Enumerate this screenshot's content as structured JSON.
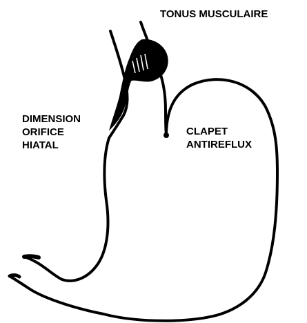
{
  "labels": {
    "tonus": [
      "TONUS MUSCULAIRE"
    ],
    "dimension": [
      "DIMENSION",
      "ORIFICE",
      "HIATAL"
    ],
    "clapet": [
      "CLAPET",
      "ANTIREFLUX"
    ]
  },
  "colors": {
    "ink": "#000000",
    "background": "#ffffff"
  }
}
